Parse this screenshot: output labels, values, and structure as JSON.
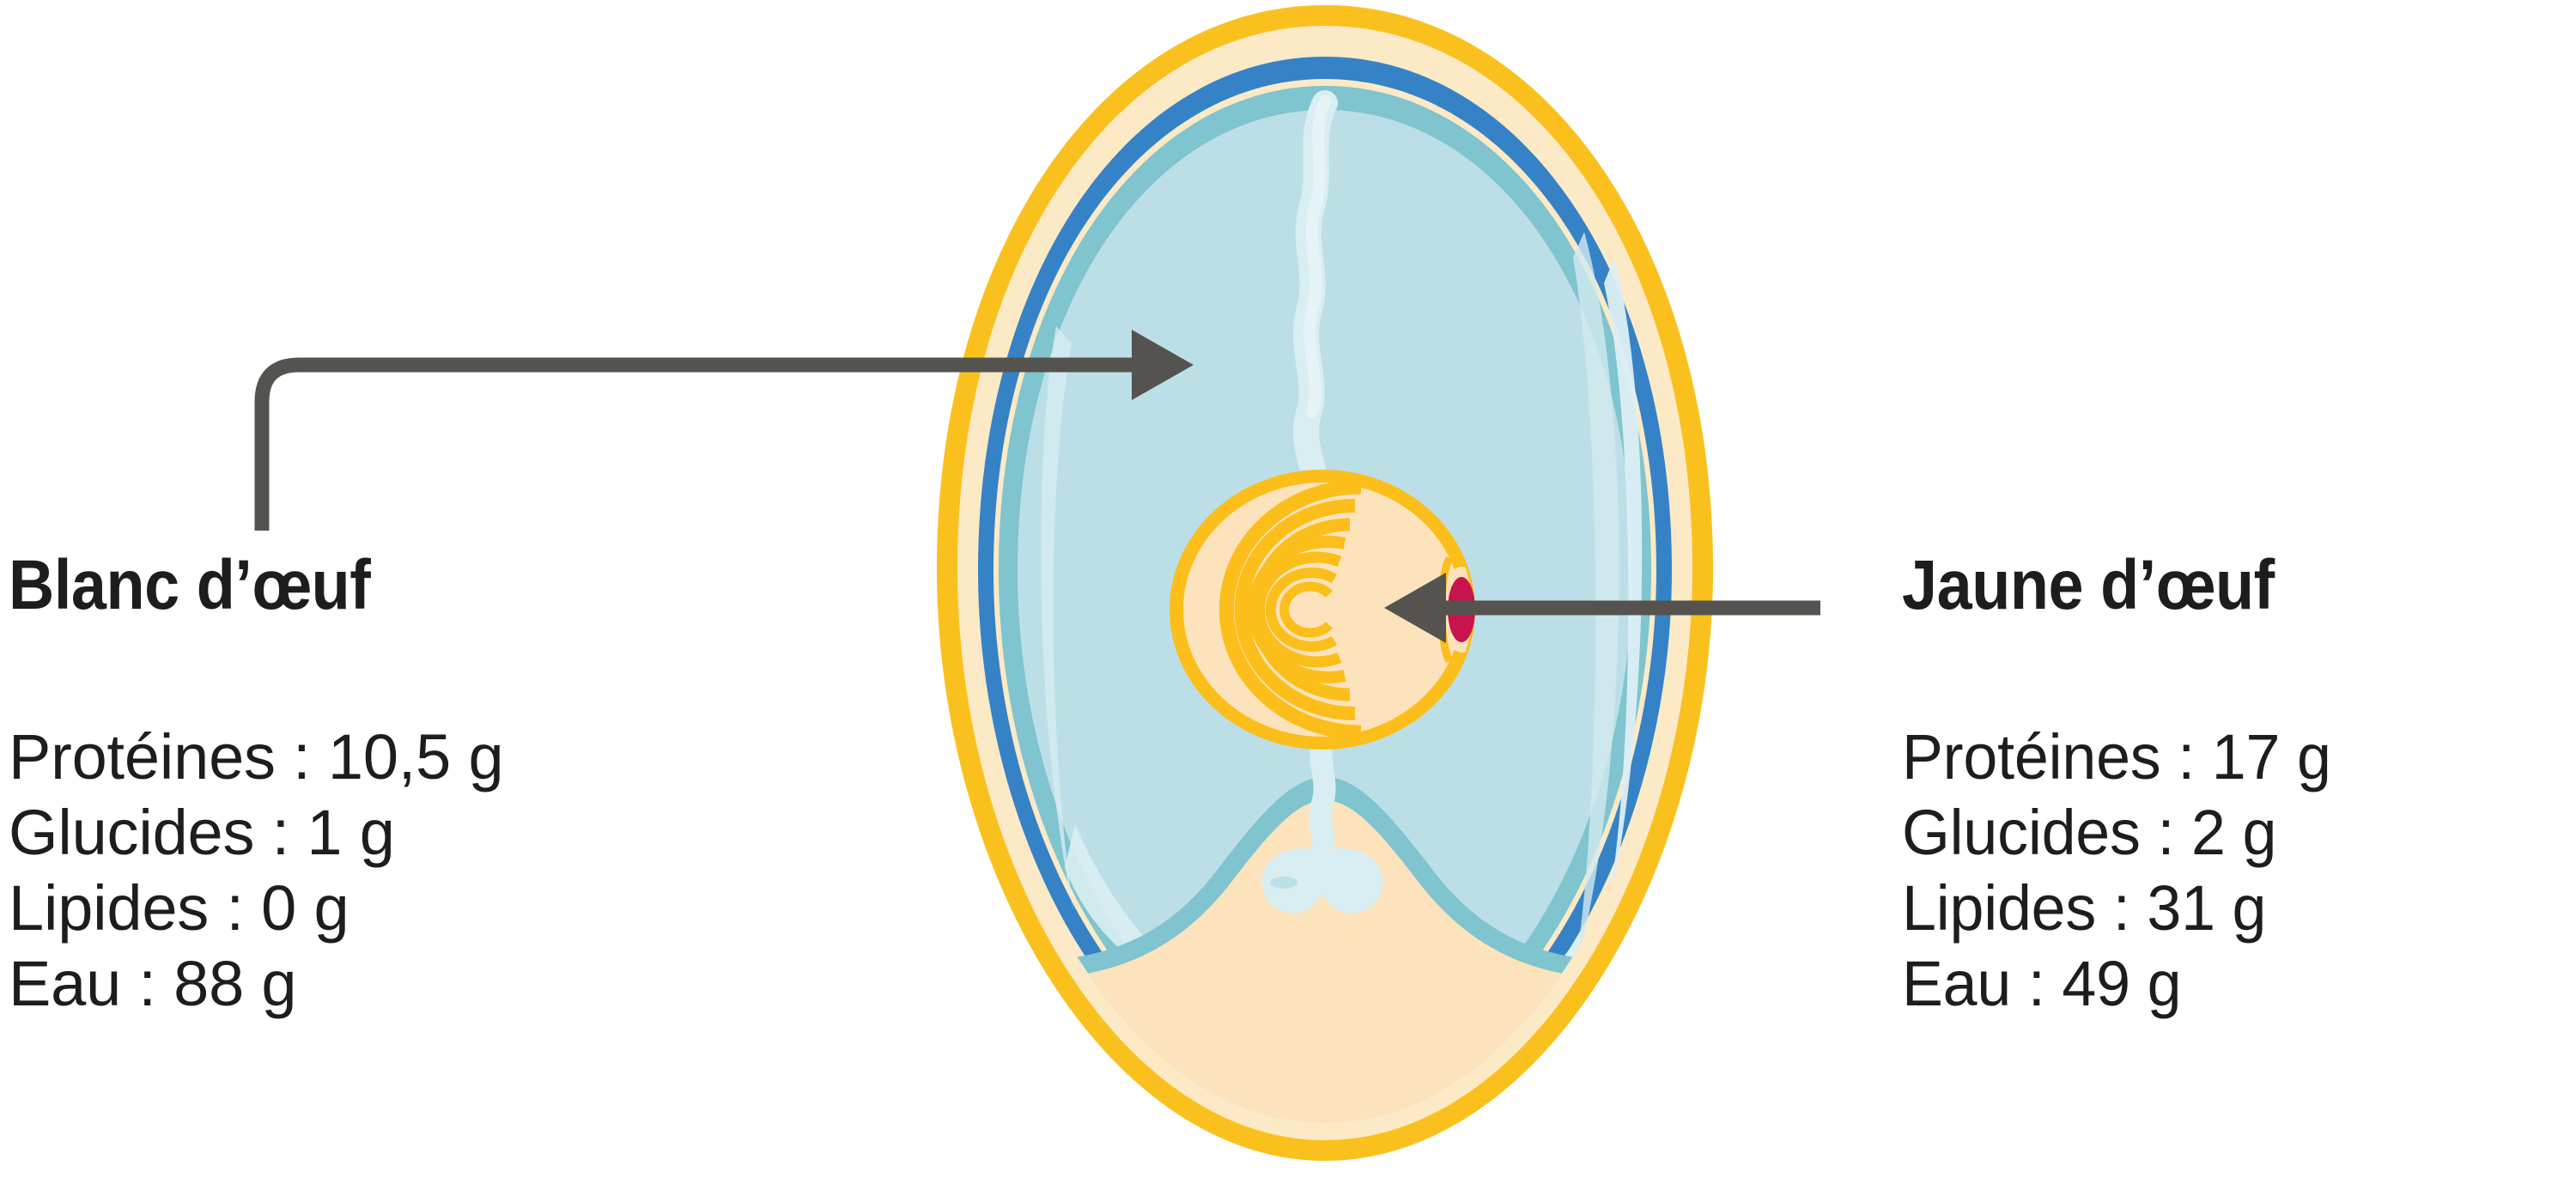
{
  "diagram": {
    "subject": "egg-cross-section",
    "background_color": "#ffffff",
    "palette": {
      "shell_gold": "#FAC11E",
      "shell_membrane_cream": "#FCE9C6",
      "inner_membrane_blue": "#3583C6",
      "albumen_teal": "#7FC4CE",
      "albumen_pale": "#BCDFE7",
      "albumen_highlight": "#D9EEF2",
      "yolk_ring_yellow": "#FBBE1B",
      "yolk_cream": "#FCE3BC",
      "germinal_disc_crimson": "#C8134E",
      "arrow_grey": "#55534F",
      "text_black": "#1d1d1b"
    },
    "arrows": [
      {
        "name": "arrow-blanc",
        "points_to": "albumen",
        "direction": "left-to-right",
        "style": "elbow-with-rounded-corner"
      },
      {
        "name": "arrow-jaune",
        "points_to": "yolk",
        "direction": "right-to-left",
        "style": "straight"
      }
    ],
    "parts": [
      "shell",
      "shell-membrane",
      "inner-membrane",
      "albumen",
      "chalaza",
      "yolk",
      "yolk-rings",
      "germinal-disc",
      "air-cell"
    ]
  },
  "left_panel": {
    "title": "Blanc d’œuf",
    "nutrition": [
      "Protéines : 10,5 g",
      "Glucides : 1 g",
      "Lipides : 0 g",
      "Eau : 88 g"
    ]
  },
  "right_panel": {
    "title": "Jaune d’œuf",
    "nutrition": [
      "Protéines : 17 g",
      "Glucides : 2 g",
      "Lipides : 31 g",
      "Eau : 49 g"
    ]
  },
  "chart_data": {
    "type": "table",
    "title": "Composition nutritionnelle de l’œuf",
    "categories": [
      "Protéines",
      "Glucides",
      "Lipides",
      "Eau"
    ],
    "unit": "g",
    "series": [
      {
        "name": "Blanc d’œuf",
        "values": [
          10.5,
          1,
          0,
          88
        ]
      },
      {
        "name": "Jaune d’œuf",
        "values": [
          17,
          2,
          31,
          49
        ]
      }
    ]
  }
}
